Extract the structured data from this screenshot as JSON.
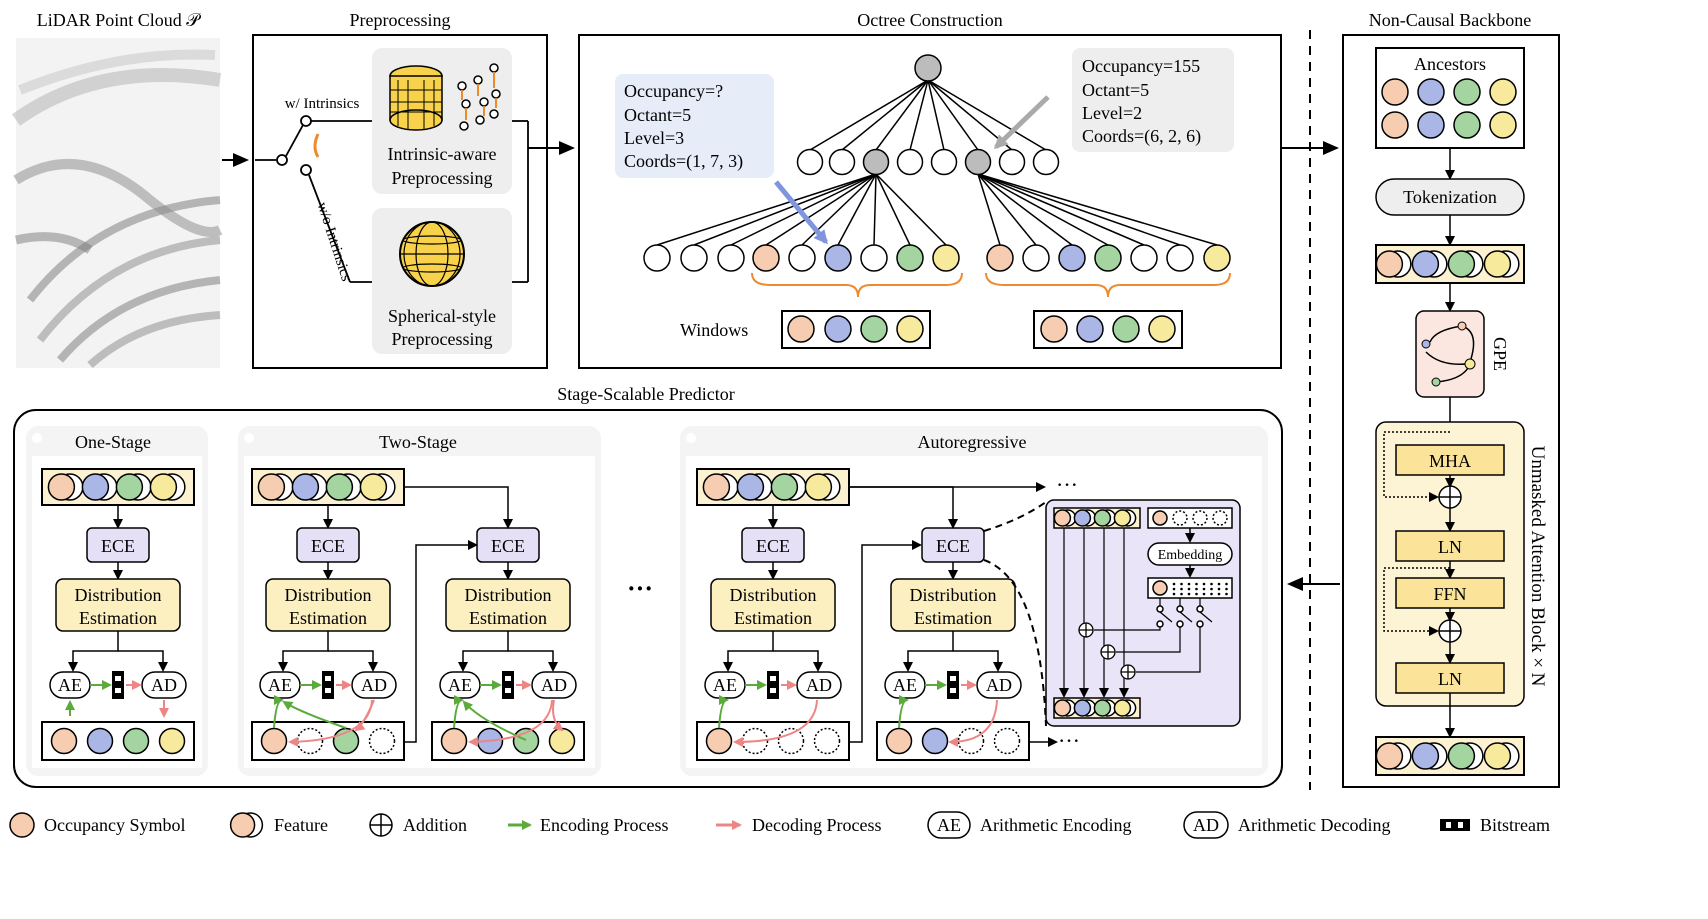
{
  "headings": {
    "lidar": "LiDAR Point Cloud 𝒫",
    "preprocessing": "Preprocessing",
    "octree": "Octree Construction",
    "backbone": "Non-Causal Backbone",
    "predictor": "Stage-Scalable Predictor"
  },
  "pre": {
    "with_intrinsics": "w/ Intrinsics",
    "without_intrinsics": "w/o Intrinsics",
    "intrinsic_1": "Intrinsic-aware",
    "intrinsic_2": "Preprocessing",
    "spherical_1": "Spherical-style",
    "spherical_2": "Preprocessing"
  },
  "octree": {
    "left_info": [
      "Occupancy=?",
      "Octant=5",
      "Level=3",
      "Coords=(1, 7, 3)"
    ],
    "right_info": [
      "Occupancy=155",
      "Octant=5",
      "Level=2",
      "Coords=(6, 2, 6)"
    ],
    "windows": "Windows"
  },
  "backbone": {
    "ancestors": "Ancestors",
    "tokenization": "Tokenization",
    "gpe": "GPE",
    "mha": "MHA",
    "ln1": "LN",
    "ffn": "FFN",
    "ln2": "LN",
    "block": "Unmasked Attention Block × N"
  },
  "predictor": {
    "one_stage": "One-Stage",
    "two_stage": "Two-Stage",
    "autoregressive": "Autoregressive",
    "ece": "ECE",
    "dist_1": "Distribution",
    "dist_2": "Estimation",
    "ae": "AE",
    "ad": "AD",
    "embedding": "Embedding",
    "dots": "···",
    "ellipsis": "···"
  },
  "legend": {
    "occupancy": "Occupancy Symbol",
    "feature": "Feature",
    "addition": "Addition",
    "encoding": "Encoding Process",
    "decoding": "Decoding Process",
    "ae": "AE",
    "ae_label": "Arithmetic Encoding",
    "ad": "AD",
    "ad_label": "Arithmetic Decoding",
    "bitstream": "Bitstream"
  },
  "colors": {
    "orange": "#f6cdb1",
    "blue": "#aab6e6",
    "green": "#a4d49f",
    "yellow": "#f7ea9c",
    "ece": "#e6e0f7",
    "dist": "#fcefc0",
    "panel": "#f4f4f4",
    "ar_module": "#e9e4f7"
  }
}
